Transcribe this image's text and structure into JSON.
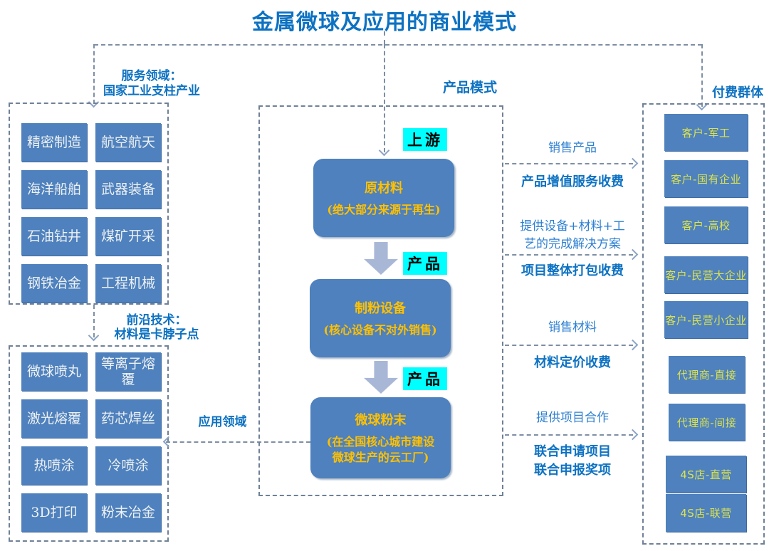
{
  "title": "金属微球及应用的商业模式",
  "left_top": {
    "label_line1": "服务领域：",
    "label_line2": "国家工业支柱产业",
    "items": [
      "精密制造",
      "航空航天",
      "海洋船舶",
      "武器装备",
      "石油钻井",
      "煤矿开采",
      "钢铁冶金",
      "工程机械"
    ]
  },
  "left_bottom": {
    "label_line1": "前沿技术：",
    "label_line2": "材料是卡脖子点",
    "items": [
      "微球喷丸",
      "等离子熔覆",
      "激光熔覆",
      "药芯焊丝",
      "热喷涂",
      "冷喷涂",
      "3D打印",
      "粉末冶金"
    ]
  },
  "application_label": "应用领域",
  "center": {
    "label": "产品模式",
    "tags": [
      "上游",
      "产品",
      "产品"
    ],
    "nodes": [
      {
        "title": "原材料",
        "lines": [
          "(绝大部分来源于再生)"
        ]
      },
      {
        "title": "制粉设备",
        "lines": [
          "(核心设备不对外销售)"
        ]
      },
      {
        "title": "微球粉末",
        "lines": [
          "(在全国核心城市建设",
          "微球生产的云工厂)"
        ]
      }
    ]
  },
  "revenue": [
    {
      "offer": [
        "销售产品"
      ],
      "fee": [
        "产品增值服务收费"
      ]
    },
    {
      "offer": [
        "提供设备+材料+工",
        "艺的完成解决方案"
      ],
      "fee": [
        "项目整体打包收费"
      ]
    },
    {
      "offer": [
        "销售材料"
      ],
      "fee": [
        "材料定价收费"
      ]
    },
    {
      "offer": [
        "提供项目合作"
      ],
      "fee": [
        "联合申请项目",
        "联合申报奖项"
      ]
    }
  ],
  "right": {
    "label": "付费群体",
    "items": [
      "客户-军工",
      "客户-国有企业",
      "客户-高校",
      "客户-民营大企业",
      "客户-民营小企业",
      "代理商-直接",
      "代理商-间接",
      "4S店-直营",
      "4S店-联营"
    ]
  },
  "colors": {
    "title_blue": "#0d72c2",
    "label_blue": "#0d72c2",
    "text_blue": "#2e80d2",
    "node_blue": "#4e81bd",
    "node_text_white": "#eef1f4",
    "node_text_yellow": "#dce24f",
    "node_text_gold": "#ffc000",
    "highlight_cyan": "#00ffff",
    "line_gray": "#7e8fa4",
    "block_arrow": "#a9b7d7"
  }
}
